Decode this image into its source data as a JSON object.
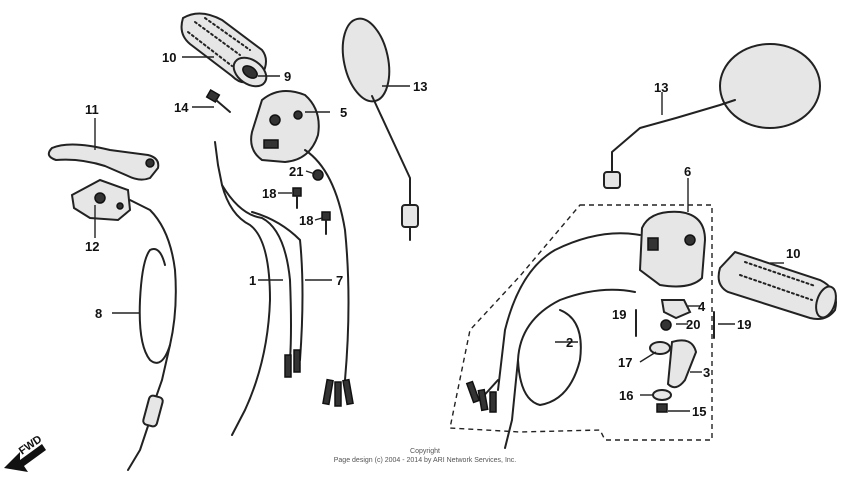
{
  "diagram": {
    "callouts": {
      "c1": "1",
      "c2": "2",
      "c3": "3",
      "c4": "4",
      "c5": "5",
      "c6": "6",
      "c7": "7",
      "c8": "8",
      "c9": "9",
      "c10_left": "10",
      "c10_right": "10",
      "c11": "11",
      "c12": "12",
      "c13_left": "13",
      "c13_right": "13",
      "c14": "14",
      "c15": "15",
      "c16": "16",
      "c17": "17",
      "c18_a": "18",
      "c18_b": "18",
      "c19_a": "19",
      "c19_b": "19",
      "c20": "20",
      "c21": "21"
    },
    "fwd_label": "FWD",
    "copyright_line1": "Copyright",
    "copyright_line2": "Page design (c) 2004 - 2014 by ARI Network Services, Inc."
  }
}
